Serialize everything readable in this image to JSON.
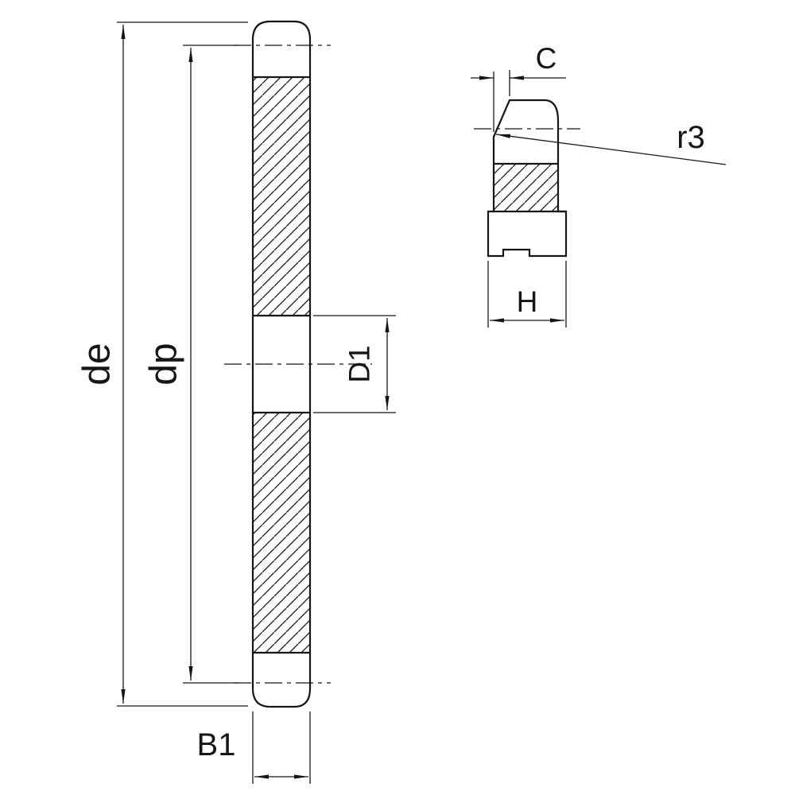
{
  "diagram": {
    "labels": {
      "de": "de",
      "dp": "dp",
      "b1": "B1",
      "d1": "D1",
      "c": "C",
      "h": "H",
      "r3": "r3"
    },
    "colors": {
      "line": "#161616",
      "background": "#ffffff"
    }
  }
}
